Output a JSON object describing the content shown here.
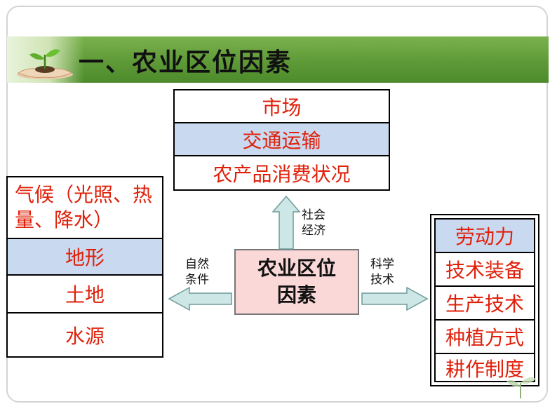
{
  "title": "一、农业区位因素",
  "center_label_line1": "农业区位",
  "center_label_line2": "因素",
  "top_box": {
    "items": [
      "市场",
      "交通运输",
      "农产品消费状况"
    ]
  },
  "left_box": {
    "items": [
      "气候（光照、热量、降水）",
      "地形",
      "土地",
      "水源"
    ]
  },
  "right_box": {
    "items": [
      "劳动力",
      "技术装备",
      "生产技术",
      "种植方式",
      "耕作制度"
    ]
  },
  "labels": {
    "up_line1": "社会",
    "up_line2": "经济",
    "left_line1": "自然",
    "left_line2": "条件",
    "right_line1": "科学",
    "right_line2": "技术"
  },
  "colors": {
    "factor_text": "#e0200a",
    "highlight_row": "#c9d9f0",
    "center_fill": "#fad8d8",
    "arrow_fill": "#cde6e6",
    "banner": "#5f9a38"
  }
}
